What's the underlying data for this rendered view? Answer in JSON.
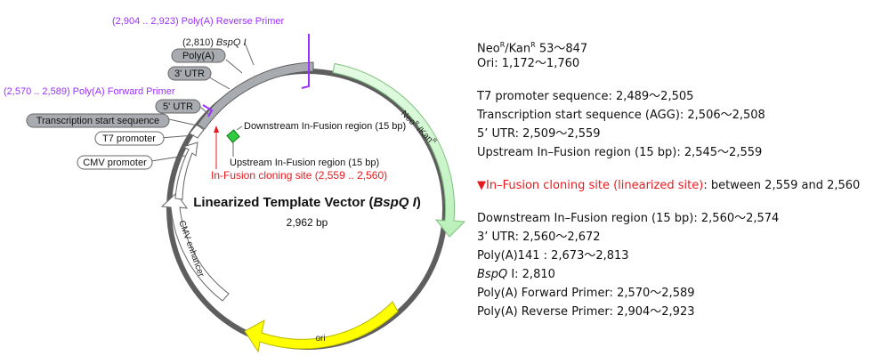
{
  "map": {
    "title_prefix": "Linearized Template Vector (",
    "title_enzyme": "BspQ I",
    "title_suffix": ")",
    "size": "2,962 bp",
    "features": {
      "neo": {
        "label_a": "Neo",
        "sup_a": "R",
        "label_b": " /Kan",
        "sup_b": "R"
      },
      "ori": "ori",
      "cmv_enhancer": "CMV enhancer"
    },
    "labels": {
      "rev_primer": "(2,904 .. 2,923)  Poly(A) Reverse Primer",
      "bspq_pos": "(2,810) ",
      "bspq_name": "BspQ I",
      "polya": "Poly(A)",
      "utr3": "3' UTR",
      "fwd_primer": "(2,570 .. 2,589)  Poly(A) Forward Primer",
      "utr5": "5' UTR",
      "tss": "Transcription start sequence",
      "t7": "T7 promoter",
      "cmv_promoter": "CMV promoter",
      "downstream": "Downstream In-Fusion region (15 bp)",
      "upstream": "Upstream In-Fusion region (15 bp)",
      "cloning_site": "In-Fusion cloning site (2,559 .. 2,560)"
    },
    "colors": {
      "backbone": "#5e5e5e",
      "neo_fill": "#c8f7c8",
      "ori_fill": "#ffff00",
      "gray_box": "#a8abb0",
      "primer": "#9b30ff",
      "red": "#e8191e",
      "green": "#2ecc40"
    }
  },
  "side": {
    "neo_a": "Neo",
    "neo_sup_a": "R",
    "neo_b": "/Kan",
    "neo_sup_b": "R",
    "neo_c": " 53～847",
    "ori": "Ori: 1,172～1,760",
    "t7": "T7 promoter sequence: 2,489～2,505",
    "tss": "Transcription start sequence (AGG): 2,506～2,508",
    "utr5": "5’ UTR: 2,509～2,559",
    "upstream": "Upstream In–Fusion region (15 bp): 2,545～2,559",
    "cloning_marker": "▼",
    "cloning_red": "In–Fusion cloning site (linearized site)",
    "cloning_rest": ": between 2,559 and 2,560",
    "downstream": "Downstream In–Fusion region (15 bp): 2,560～2,574",
    "utr3": "3’ UTR: 2,560～2,672",
    "polya141": "Poly(A)141 : 2,673～2,813",
    "bspq_name": "BspQ",
    "bspq_rest": " I: 2,810",
    "fwd": "Poly(A) Forward Primer: 2,570～2,589",
    "rev": "Poly(A) Reverse Primer: 2,904～2,923"
  }
}
